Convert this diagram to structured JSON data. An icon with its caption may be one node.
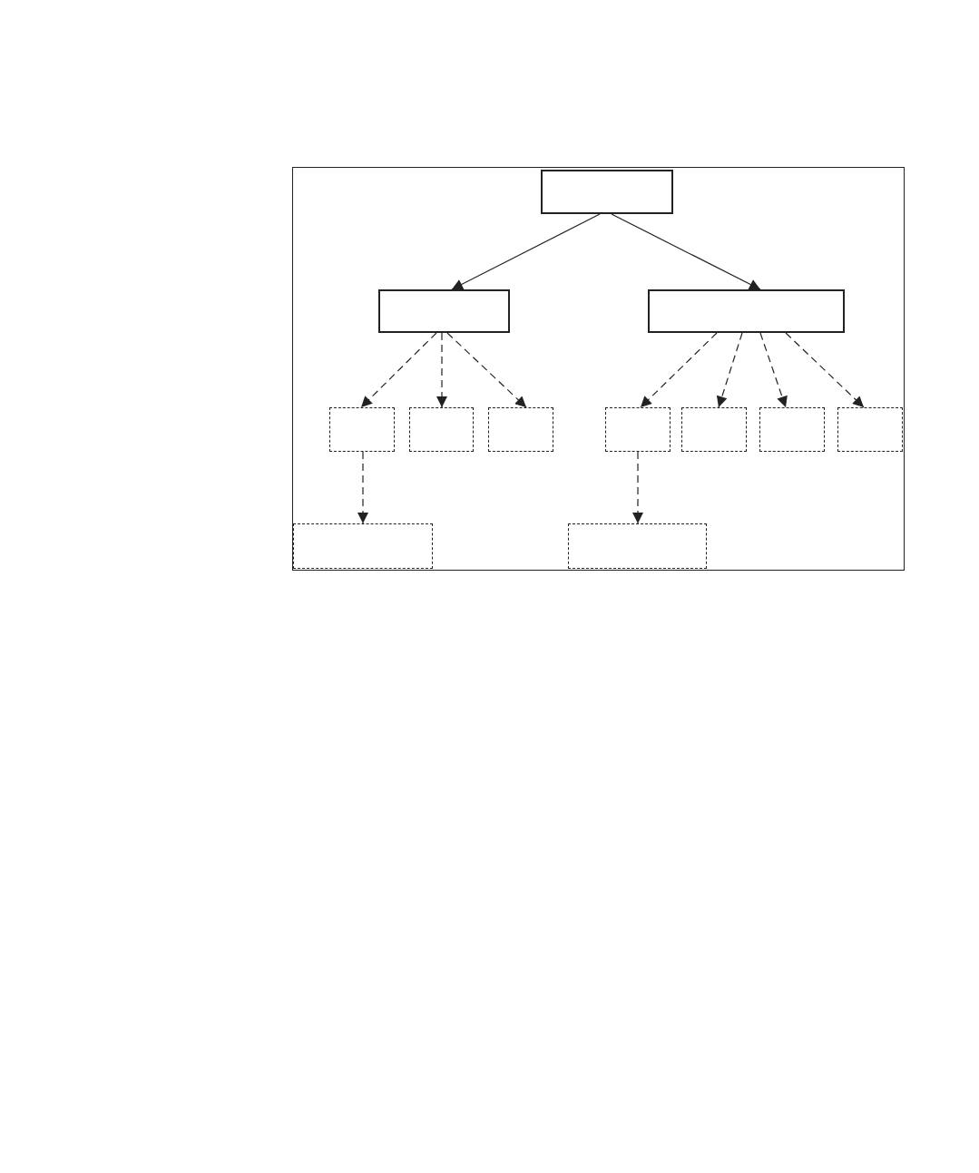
{
  "diagram": {
    "nodes": [
      {
        "text": [],
        "shape": "box"
      },
      {
        "text": [],
        "shape": "box",
        "in": 0
      },
      {
        "text": [],
        "shape": "box",
        "in": 0
      },
      {
        "text": [],
        "shape": "box",
        "in": 0
      },
      {
        "text": [],
        "shape": "box",
        "in": 0
      },
      {
        "text": [],
        "shape": "box",
        "in": 0
      },
      {
        "text": [],
        "shape": "box",
        "in": 0
      },
      {
        "text": [],
        "shape": "box",
        "in": 0
      },
      {
        "text": [],
        "shape": "box",
        "in": 0
      },
      {
        "text": [],
        "shape": "box",
        "in": 0
      },
      {
        "text": [],
        "shape": "box",
        "in": 0
      },
      {
        "text": [],
        "shape": "box",
        "in": 0
      },
      {
        "text": [],
        "shape": "box",
        "in": 0
      }
    ],
    "edges": [
      {
        "from": 1,
        "to": 2,
        "arrow": "to"
      },
      {
        "from": 1,
        "to": 3,
        "arrow": "to"
      },
      {
        "from": 2,
        "to": 4,
        "arrow": "to",
        "style": "dashed"
      },
      {
        "from": 2,
        "to": 5,
        "arrow": "to",
        "style": "dashed"
      },
      {
        "from": 2,
        "to": 6,
        "arrow": "to",
        "style": "dashed"
      },
      {
        "from": 3,
        "to": 7,
        "arrow": "to",
        "style": "dashed"
      },
      {
        "from": 3,
        "to": 8,
        "arrow": "to",
        "style": "dashed"
      },
      {
        "from": 3,
        "to": 9,
        "arrow": "to",
        "style": "dashed"
      },
      {
        "from": 3,
        "to": 10,
        "arrow": "to",
        "style": "dashed"
      },
      {
        "from": 4,
        "to": 11,
        "arrow": "to",
        "style": "dashed"
      },
      {
        "from": 7,
        "to": 12,
        "arrow": "to",
        "style": "dashed"
      }
    ]
  }
}
